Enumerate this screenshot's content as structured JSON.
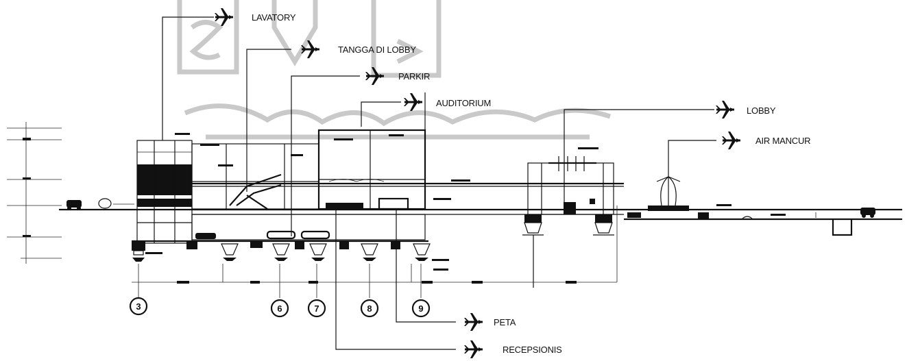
{
  "callouts": [
    {
      "id": "lavatory",
      "label": "LAVATORY",
      "icon": "airplane-arrow-icon"
    },
    {
      "id": "tangga",
      "label": "TANGGA DI LOBBY",
      "icon": "airplane-arrow-icon"
    },
    {
      "id": "parkir",
      "label": "PARKIR",
      "icon": "airplane-arrow-icon"
    },
    {
      "id": "auditorium",
      "label": "AUDITORIUM",
      "icon": "airplane-arrow-icon"
    },
    {
      "id": "lobby",
      "label": "LOBBY",
      "icon": "airplane-arrow-icon"
    },
    {
      "id": "air_mancur",
      "label": "AIR MANCUR",
      "icon": "airplane-arrow-icon"
    },
    {
      "id": "peta",
      "label": "PETA",
      "icon": "airplane-arrow-icon"
    },
    {
      "id": "recepsionis",
      "label": "RECEPSIONIS",
      "icon": "airplane-arrow-icon"
    }
  ],
  "grid_axes": [
    "3",
    "6",
    "7",
    "8",
    "9"
  ],
  "colors": {
    "ink": "#111111",
    "watermark": "#c9c9c9",
    "background": "#ffffff"
  }
}
